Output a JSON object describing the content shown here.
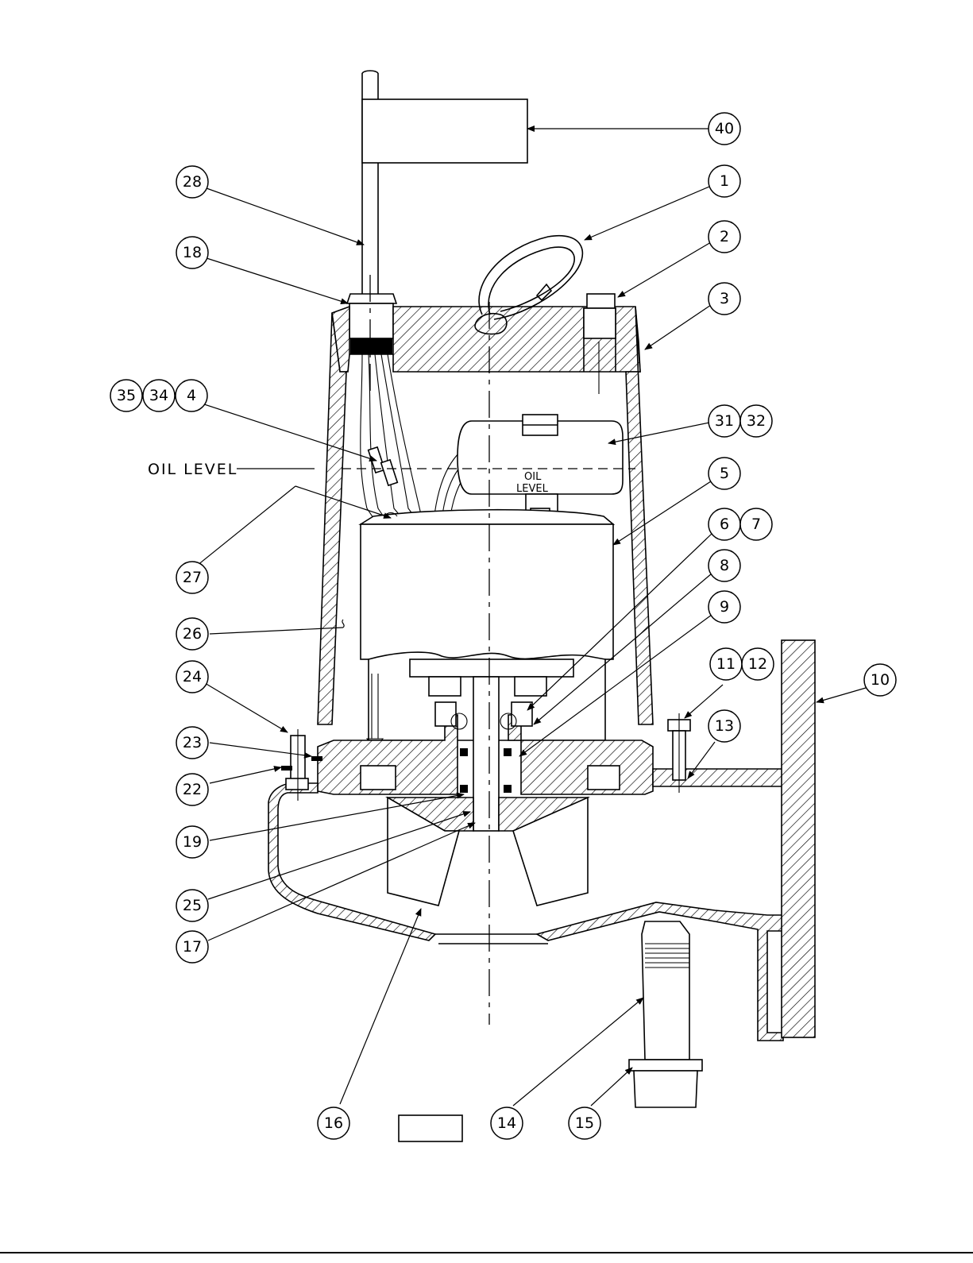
{
  "drawing": {
    "oil_level_label": "OIL LEVEL",
    "motor_oil_level_line1": "OIL",
    "motor_oil_level_line2": "LEVEL"
  },
  "callouts": [
    {
      "id": "c40",
      "text": "40"
    },
    {
      "id": "c1",
      "text": "1"
    },
    {
      "id": "c2",
      "text": "2"
    },
    {
      "id": "c3",
      "text": "3"
    },
    {
      "id": "c31",
      "text": "31"
    },
    {
      "id": "c32",
      "text": "32"
    },
    {
      "id": "c5",
      "text": "5"
    },
    {
      "id": "c6",
      "text": "6"
    },
    {
      "id": "c7",
      "text": "7"
    },
    {
      "id": "c8",
      "text": "8"
    },
    {
      "id": "c9",
      "text": "9"
    },
    {
      "id": "c11",
      "text": "11"
    },
    {
      "id": "c12",
      "text": "12"
    },
    {
      "id": "c10",
      "text": "10"
    },
    {
      "id": "c13",
      "text": "13"
    },
    {
      "id": "c28",
      "text": "28"
    },
    {
      "id": "c18",
      "text": "18"
    },
    {
      "id": "c35",
      "text": "35"
    },
    {
      "id": "c34",
      "text": "34"
    },
    {
      "id": "c4",
      "text": "4"
    },
    {
      "id": "c27",
      "text": "27"
    },
    {
      "id": "c26",
      "text": "26"
    },
    {
      "id": "c24",
      "text": "24"
    },
    {
      "id": "c23",
      "text": "23"
    },
    {
      "id": "c22",
      "text": "22"
    },
    {
      "id": "c19",
      "text": "19"
    },
    {
      "id": "c25",
      "text": "25"
    },
    {
      "id": "c17",
      "text": "17"
    },
    {
      "id": "c16",
      "text": "16"
    },
    {
      "id": "c14",
      "text": "14"
    },
    {
      "id": "c15",
      "text": "15"
    }
  ]
}
